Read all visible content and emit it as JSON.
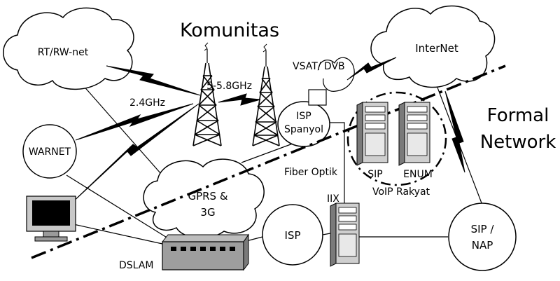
{
  "diagram": {
    "title": "Komunitas",
    "formal_label_line1": "Formal",
    "formal_label_line2": "Network",
    "nodes": {
      "rtrw": "RT/RW-net",
      "internet": "InterNet",
      "warnet": "WARNET",
      "gprs_line1": "GPRS &",
      "gprs_line2": "3G",
      "isp_spanyol_line1": "ISP",
      "isp_spanyol_line2": "Spanyol",
      "isp": "ISP",
      "sip_nap_line1": "SIP /",
      "sip_nap_line2": "NAP",
      "dslam": "DSLAM",
      "iix": "IIX",
      "sip": "SIP",
      "enum": "ENUM",
      "voip": "VoIP Rakyat"
    },
    "links": {
      "wifi_24": "2.4GHz",
      "wifi_58": "5-5.8GHz",
      "vsat": "VSAT/ DVB",
      "fiber": "Fiber Optik"
    },
    "colors": {
      "line": "#000000",
      "server_face": "#cfcfcf",
      "server_dark": "#7a7a7a",
      "monitor_bezel": "#c8c8c8",
      "background": "#ffffff"
    }
  }
}
